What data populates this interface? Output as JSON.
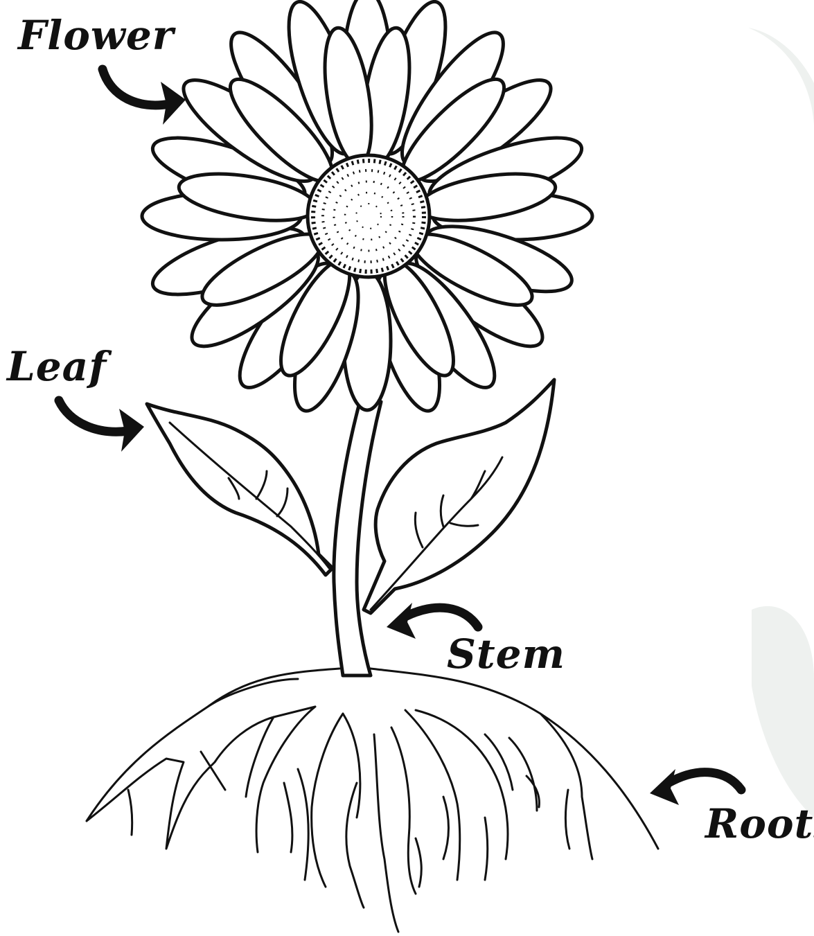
{
  "labels": {
    "flower": "Flower",
    "leaf": "Leaf",
    "stem": "Stem",
    "roots": "Roots"
  },
  "colors": {
    "ink": "#111111",
    "background": "#ffffff",
    "faint_background_leaves": "#e9ecea"
  }
}
